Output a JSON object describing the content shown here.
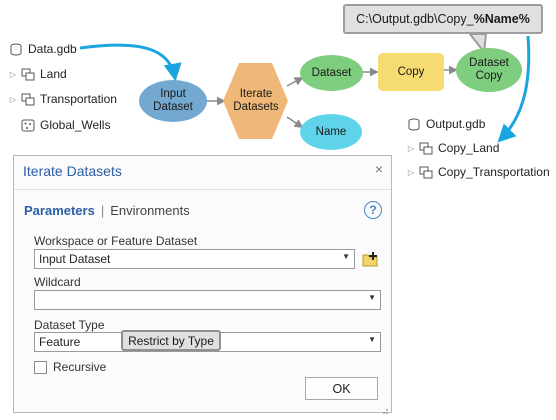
{
  "source_catalog": {
    "root": "Data.gdb",
    "items": [
      {
        "label": "Land",
        "icon": "feature-dataset-icon"
      },
      {
        "label": "Transportation",
        "icon": "feature-dataset-icon"
      },
      {
        "label": "Global_Wells",
        "icon": "point-feature-class-icon"
      }
    ]
  },
  "model": {
    "input_dataset": "Input Dataset",
    "iterator": "Iterate Datasets",
    "dataset": "Dataset",
    "name": "Name",
    "copy_tool": "Copy",
    "dataset_copy": "Dataset Copy",
    "output_path_prefix": "C:\\Output.gdb\\Copy_",
    "output_path_variable": "%Name%"
  },
  "output_catalog": {
    "root": "Output.gdb",
    "items": [
      {
        "label": "Copy_Land",
        "icon": "feature-dataset-icon"
      },
      {
        "label": "Copy_Transportation",
        "icon": "feature-dataset-icon"
      }
    ]
  },
  "dialog": {
    "title": "Iterate Datasets",
    "close": "×",
    "tab_parameters": "Parameters",
    "tab_separator": "|",
    "tab_environments": "Environments",
    "help": "?",
    "workspace_label": "Workspace or Feature Dataset",
    "workspace_value": "Input Dataset",
    "wildcard_label": "Wildcard",
    "wildcard_value": "",
    "dataset_type_label": "Dataset Type",
    "dataset_type_value": "Feature",
    "recursive_label": "Recursive",
    "ok": "OK"
  },
  "annotations": {
    "restrict_by_type": "Restrict by Type"
  },
  "colors": {
    "input_dataset": "#73a9d0",
    "iterator": "#f0b878",
    "dataset": "#7fcd7f",
    "name": "#5ed3ea",
    "copy_tool": "#f5db72",
    "arrow_callout": "#1aa5e0",
    "dialog_title": "#2a5ea6"
  }
}
